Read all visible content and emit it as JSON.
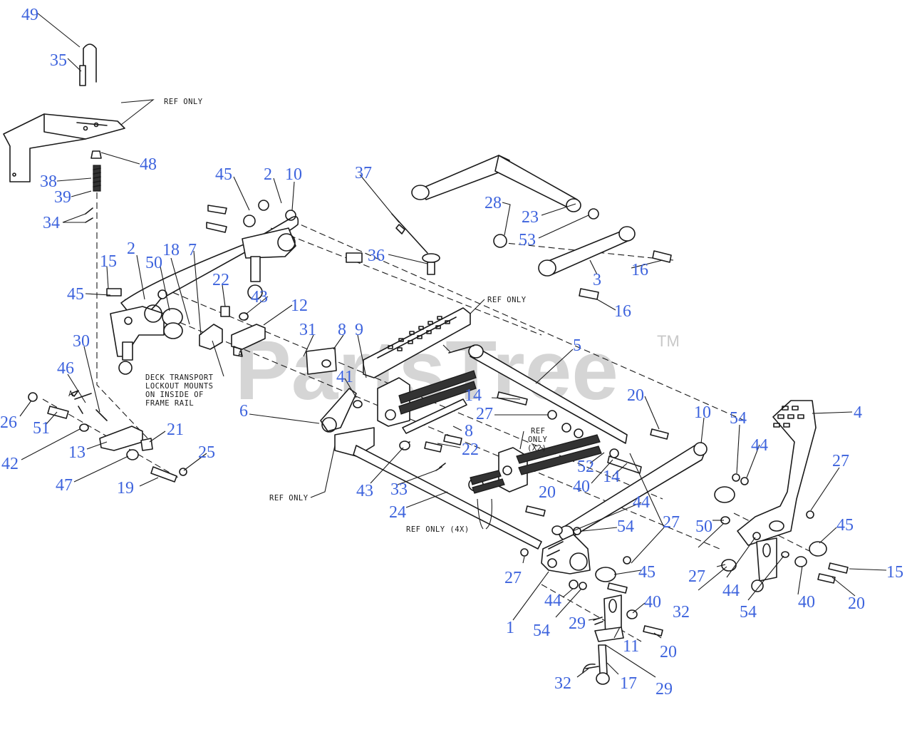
{
  "watermark": {
    "brand": "PartsTree",
    "trademark": "TM"
  },
  "notes": {
    "ref_only": "REF ONLY",
    "ref_only_x2_a": "REF",
    "ref_only_x2_b": "ONLY",
    "ref_only_x2_c": "(X2)",
    "ref_only_4x": "REF ONLY (4X)",
    "deck_line1": "DECK TRANSPORT",
    "deck_line2": "LOCKOUT MOUNTS",
    "deck_line3": "ON INSIDE OF",
    "deck_line4": "FRAME RAIL",
    "detail_mark": "A"
  },
  "callouts": [
    "49",
    "35",
    "48",
    "38",
    "39",
    "34",
    "45",
    "2",
    "10",
    "18",
    "7",
    "15",
    "2",
    "50",
    "45",
    "22",
    "43",
    "12",
    "37",
    "36",
    "28",
    "23",
    "53",
    "3",
    "16",
    "16",
    "31",
    "8",
    "9",
    "5",
    "30",
    "46",
    "41",
    "14",
    "27",
    "8",
    "22",
    "20",
    "26",
    "51",
    "6",
    "21",
    "42",
    "13",
    "25",
    "47",
    "19",
    "43",
    "33",
    "24",
    "52",
    "40",
    "14",
    "10",
    "54",
    "44",
    "4",
    "27",
    "20",
    "44",
    "54",
    "50",
    "27",
    "45",
    "27",
    "44",
    "54",
    "29",
    "40",
    "11",
    "20",
    "32",
    "17",
    "29",
    "1",
    "27",
    "44",
    "54",
    "40",
    "20",
    "45",
    "15",
    "32"
  ]
}
